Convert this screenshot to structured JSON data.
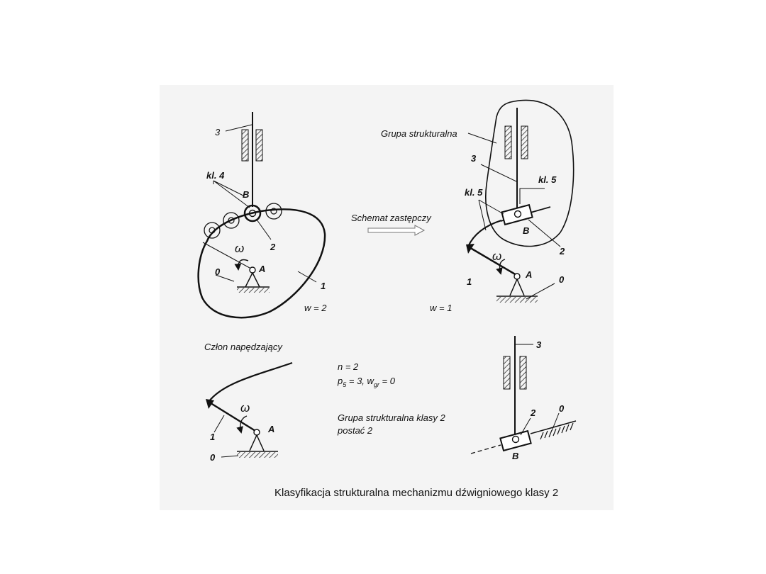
{
  "caption": "Klasyfikacja strukturalna mechanizmu dźwigniowego klasy 2",
  "top_left": {
    "link_3": "3",
    "joint_class": "kl. 4",
    "point_B": "B",
    "link_2": "2",
    "omega": "ω",
    "point_A": "A",
    "link_0": "0",
    "link_1": "1",
    "dof": "w = 2"
  },
  "middle": {
    "arrow_label": "Schemat zastępczy"
  },
  "top_right": {
    "group_label": "Grupa strukturalna",
    "link_3": "3",
    "joint_class_upper": "kl. 5",
    "joint_class_left": "kl. 5",
    "point_B": "B",
    "link_2": "2",
    "omega": "ω",
    "link_1": "1",
    "point_A": "A",
    "link_0": "0",
    "dof": "w = 1"
  },
  "bottom_left": {
    "title": "Człon napędzający",
    "omega": "ω",
    "link_1": "1",
    "point_A": "A",
    "link_0": "0"
  },
  "bottom_middle": {
    "n_line": "n = 2",
    "p_line": "p5 = 3,  wgr = 0",
    "p_symbol": "p",
    "p_sub": "5",
    "p_rest1": " = 3,  w",
    "w_sub": "gr",
    "p_rest2": " = 0",
    "group_line1": "Grupa strukturalna klasy 2",
    "group_line2": "postać 2"
  },
  "bottom_right": {
    "link_3": "3",
    "link_2": "2",
    "link_0": "0",
    "point_B": "B"
  }
}
